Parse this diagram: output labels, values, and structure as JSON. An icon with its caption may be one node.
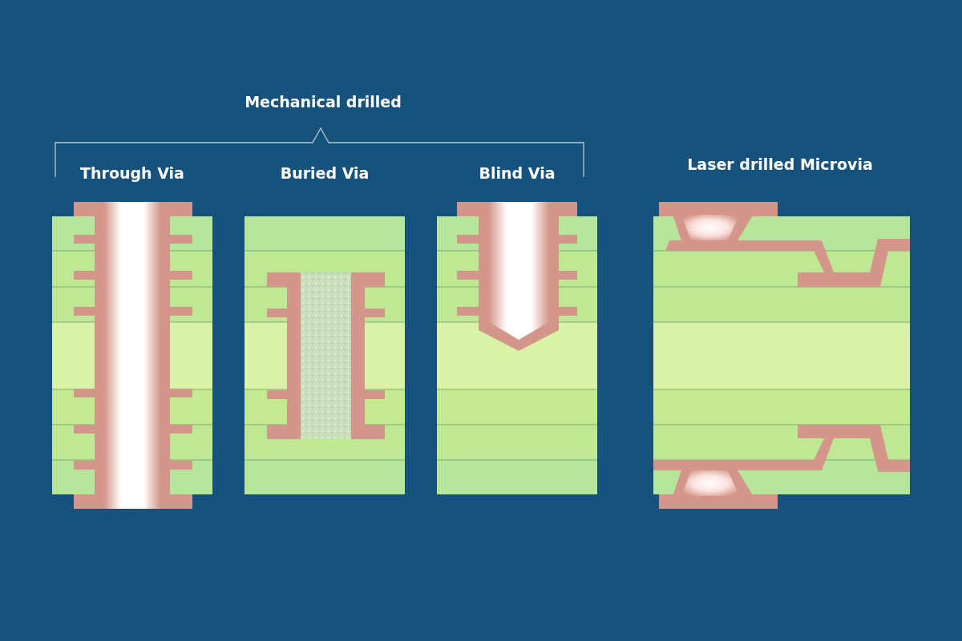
{
  "diagram": {
    "labels": [
      "Mechanical drilled",
      "Through Via",
      "Buried Via",
      "Blind Via",
      "Laser drilled Microvia"
    ]
  }
}
